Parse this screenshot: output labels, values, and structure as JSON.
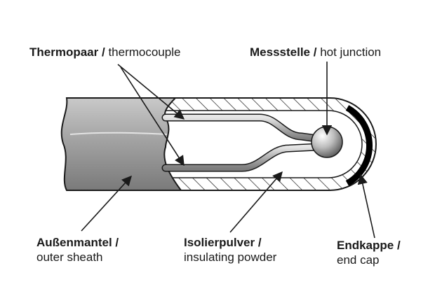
{
  "labels": {
    "thermocouple": {
      "de": "Thermopaar /",
      "en": "thermocouple"
    },
    "hot_junction": {
      "de": "Messstelle /",
      "en": "hot junction"
    },
    "outer_sheath": {
      "de": "Außenmantel /",
      "en": "outer sheath"
    },
    "insulating_powder": {
      "de": "Isolierpulver /",
      "en": "insulating powder"
    },
    "end_cap": {
      "de": "Endkappe /",
      "en": "end cap"
    }
  },
  "colors": {
    "sheath_fill": "#9a9a9a",
    "outline": "#1a1a1a",
    "end_cap": "#000000",
    "wire": "#b8b8b8"
  }
}
